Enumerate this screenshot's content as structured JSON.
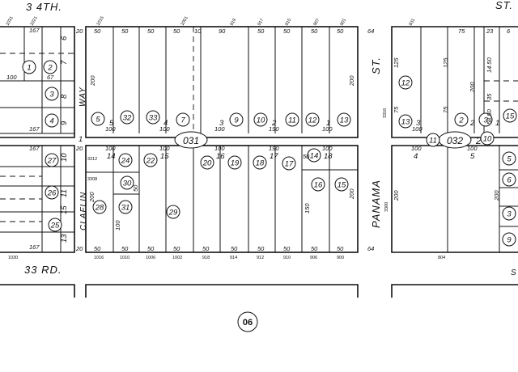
{
  "streets": {
    "top_left": "3 4TH.",
    "top_right": "ST.",
    "bottom_left": "33 RD.",
    "way": "WAY",
    "claflin": "CLAFLIN",
    "st_vertical": "ST.",
    "panama": "PANAMA",
    "bottom_right": "S"
  },
  "blocks": {
    "center_block": "031",
    "right_block": "032",
    "right_block_suffix": "2"
  },
  "page_number": "06",
  "lots": {
    "left_block": [
      "1",
      "2",
      "3",
      "4",
      "27",
      "26",
      "25",
      "6",
      "7",
      "8",
      "9",
      "10",
      "11",
      "13",
      "15"
    ],
    "center_top": [
      "5",
      "32",
      "33",
      "7",
      "9",
      "10",
      "11",
      "12",
      "13"
    ],
    "center_bottom": [
      "24",
      "22",
      "30",
      "28",
      "31",
      "29",
      "20",
      "19",
      "18",
      "17",
      "14",
      "16",
      "15"
    ],
    "right_top": [
      "12",
      "13",
      "2",
      "3",
      "15"
    ],
    "right_bottom": [
      "11",
      "10",
      "6",
      "5",
      "3",
      "9"
    ]
  },
  "lot_numbers_plain": {
    "center_top_5": "5",
    "center_top_4": "4",
    "center_top_3": "3",
    "center_top_2": "2",
    "center_top_1": "1",
    "center_bot_14": "14",
    "center_bot_15": "15",
    "center_bot_16": "16",
    "center_bot_17": "17",
    "center_bot_18": "18",
    "right_top_3": "3",
    "right_top_2": "2",
    "right_top_1": "1",
    "right_bot_4": "4",
    "right_bot_5": "5",
    "left_1": "1"
  },
  "dimensions": {
    "d50": "50",
    "d100": "100",
    "d200": "200",
    "d190": "190",
    "d150": "150",
    "d167": "167",
    "d90": "90",
    "d64": "64",
    "d20": "20",
    "d10": "10",
    "d125": "125",
    "d75": "75",
    "d35": "35",
    "d23": "23",
    "d1450": "14.50",
    "d5850": "58.50",
    "d6": "6",
    "d67": "67"
  },
  "addresses": {
    "a1031": "1031",
    "a1021": "1021",
    "a1015": "1015",
    "a1001": "1001",
    "a919": "919",
    "a917": "917",
    "a915": "915",
    "a907": "907",
    "a901": "901",
    "a831": "831",
    "a3312": "3312",
    "a3308": "3308",
    "a3300": "3300",
    "a1030": "1030",
    "a1016": "1016",
    "a1010": "1010",
    "a1006": "1006",
    "a1002": "1002",
    "a918": "918",
    "a914": "914",
    "a912": "912",
    "a910": "910",
    "a906": "906",
    "a900": "900",
    "a804": "804",
    "a3316": "3316"
  }
}
